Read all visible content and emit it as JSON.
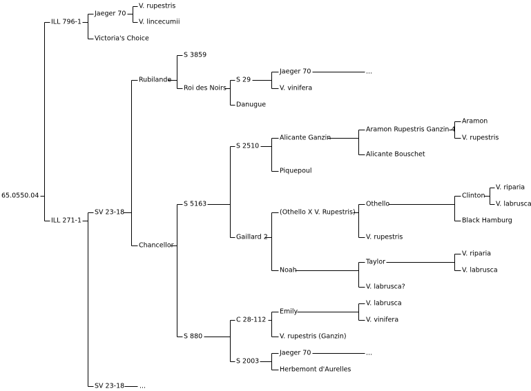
{
  "pedigree": {
    "root": "65.0550.04",
    "nodes": {
      "ill796": "ILL 796-1",
      "jaeger70_top": "Jaeger 70",
      "v_rupestris_1": "V. rupestris",
      "v_lincecumii": "V. lincecumii",
      "victorias_choice": "Victoria's Choice",
      "ill271": "ILL 271-1",
      "sv23_18_a": "SV 23-18",
      "rubilande": "Rubilande",
      "s3859": "S 3859",
      "roi_des_noirs": "Roi des Noirs",
      "s29": "S 29",
      "jaeger70_mid": "Jaeger 70",
      "ellipsis_1": "...",
      "v_vinifera_1": "V. vinifera",
      "danugue": "Danugue",
      "chancellor": "Chancellor",
      "s5163": "S 5163",
      "s2510": "S 2510",
      "alicante_ganzin": "Alicante Ganzin",
      "aramon_rup_ganzin4": "Aramon Rupestris Ganzin 4",
      "aramon": "Aramon",
      "v_rupestris_2": "V. rupestris",
      "alicante_bouschet": "Alicante Bouschet",
      "piquepoul": "Piquepoul",
      "gaillard2": "Gaillard 2",
      "othello_x_rup": "(Othello X V. Rupestris)",
      "othello": "Othello",
      "clinton": "Clinton",
      "v_riparia_1": "V. riparia",
      "v_labrusca_1": "V. labrusca",
      "black_hamburg": "Black Hamburg",
      "v_rupestris_3": "V. rupestris",
      "noah": "Noah",
      "taylor": "Taylor",
      "v_riparia_2": "V. riparia",
      "v_labrusca_2": "V. labrusca",
      "v_labrusca_q": "V. labrusca?",
      "s880": "S 880",
      "c28_112": "C 28-112",
      "emily": "Emily",
      "v_labrusca_3": "V. labrusca",
      "v_vinifera_2": "V. vinifera",
      "v_rup_ganzin": "V. rupestris (Ganzin)",
      "s2003": "S 2003",
      "jaeger70_low": "Jaeger 70",
      "ellipsis_2": "...",
      "herbemont": "Herbemont d'Aurelles",
      "sv23_18_b": "SV 23-18",
      "ellipsis_3": "..."
    }
  }
}
